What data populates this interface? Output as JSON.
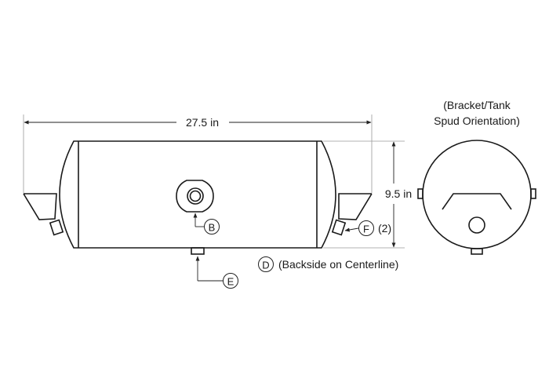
{
  "dimensions": {
    "length": "27.5 in",
    "diameter": "9.5 in"
  },
  "callouts": {
    "b": "B",
    "d": "D",
    "e": "E",
    "f": "F"
  },
  "notes": {
    "f_quantity": "(2)",
    "d_note": "(Backside on Centerline)",
    "end_view_title_line1": "(Bracket/Tank",
    "end_view_title_line2": "Spud Orientation)"
  }
}
